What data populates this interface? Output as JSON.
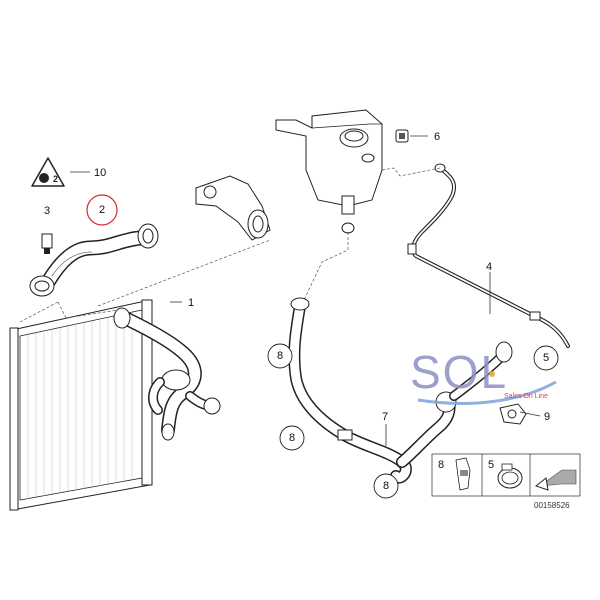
{
  "callouts": {
    "c1": "1",
    "c2": "2",
    "c3": "3",
    "c4": "4",
    "c5": "5",
    "c6": "6",
    "c7": "7",
    "c8a": "8",
    "c8b": "8",
    "c8c": "8",
    "c9": "9",
    "c10": "10",
    "legend_8": "8",
    "legend_5": "5"
  },
  "warning_symbol_text": "2",
  "diagram_id": "00158526",
  "watermark": {
    "logo_text": "SOL",
    "tagline": "Sales On Line"
  },
  "highlight_color": "#d42a2a",
  "watermark_colors": {
    "text": "#8c8fc4",
    "swoosh": "#7fa2d8",
    "accent": "#e8a020"
  }
}
